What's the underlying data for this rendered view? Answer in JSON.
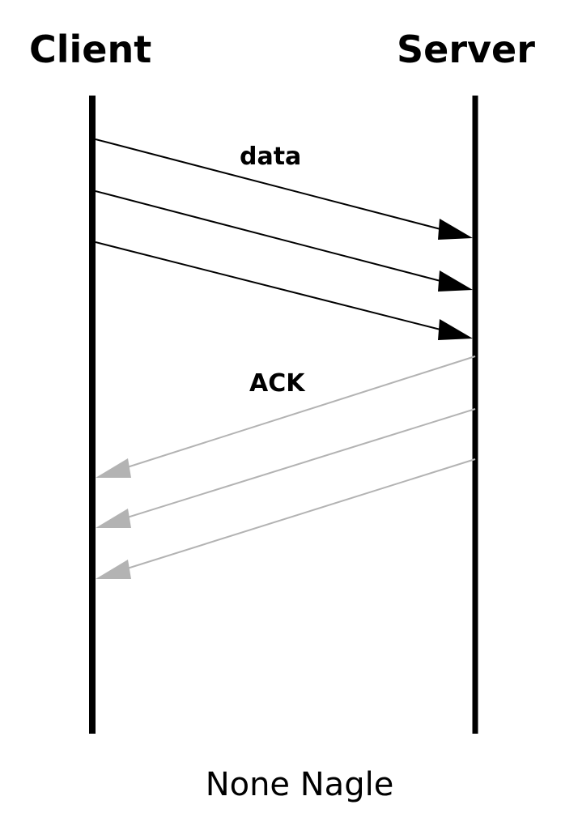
{
  "diagram": {
    "client_label": "Client",
    "server_label": "Server",
    "data_label": "data",
    "ack_label": "ACK",
    "caption": "None Nagle"
  },
  "colors": {
    "lifeline": "#000000",
    "data_arrow": "#000000",
    "ack_arrow": "#b3b3b3"
  },
  "icons": {
    "data_arrowhead": "filled-triangle",
    "ack_arrowhead": "filled-triangle"
  },
  "messages": [
    {
      "kind": "data",
      "from": "client",
      "to": "server"
    },
    {
      "kind": "data",
      "from": "client",
      "to": "server"
    },
    {
      "kind": "data",
      "from": "client",
      "to": "server"
    },
    {
      "kind": "ack",
      "from": "server",
      "to": "client"
    },
    {
      "kind": "ack",
      "from": "server",
      "to": "client"
    },
    {
      "kind": "ack",
      "from": "server",
      "to": "client"
    }
  ]
}
